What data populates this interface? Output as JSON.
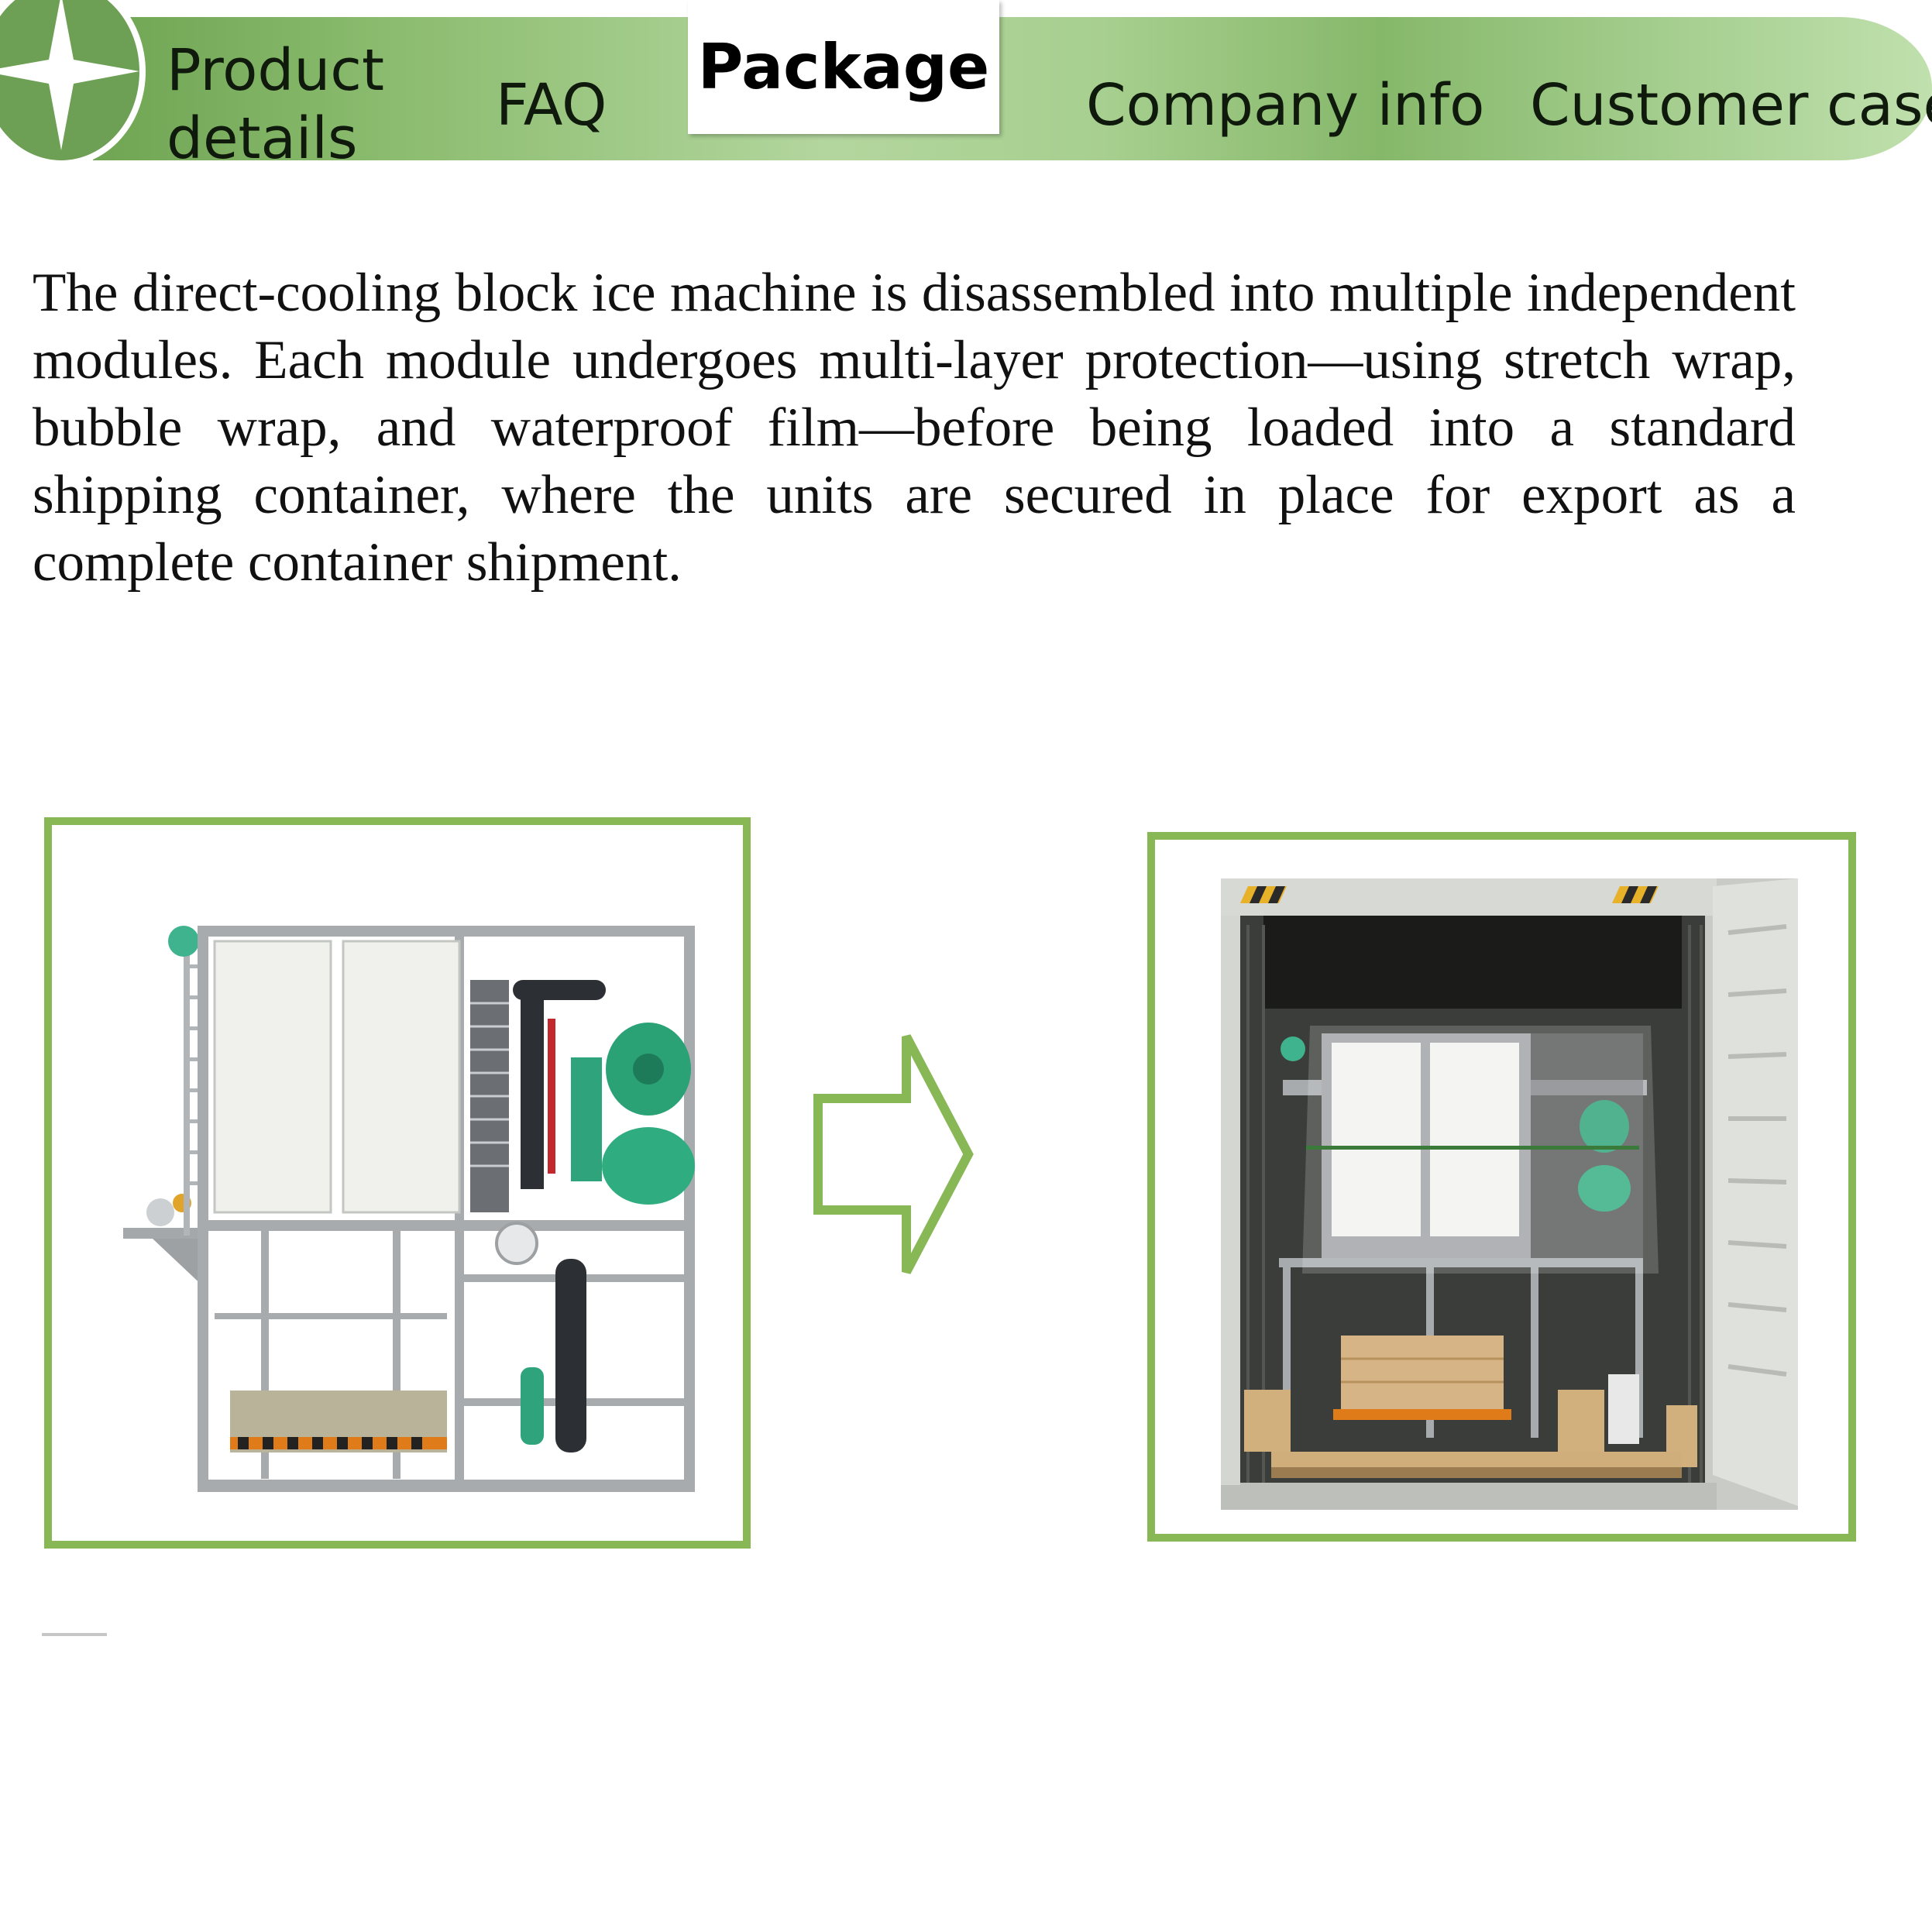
{
  "nav": {
    "logo_icon": "four-point-star-icon",
    "tabs": [
      {
        "label": "Product details",
        "active": false
      },
      {
        "label": "FAQ",
        "active": false
      },
      {
        "label": "Package",
        "active": true
      },
      {
        "label": "Company info",
        "active": false
      },
      {
        "label": "Customer case",
        "active": false
      }
    ]
  },
  "content": {
    "description": "The direct-cooling block ice machine is disassembled into multiple independent modules. Each module undergoes multi-layer protection—using stretch wrap, bubble wrap, and waterproof film—before being loaded into a standard shipping container, where the units are secured in place for export as a complete container shipment."
  },
  "images": {
    "left_icon": "block-ice-machine-photo",
    "arrow_icon": "right-arrow-icon",
    "right_icon": "loaded-shipping-container-photo"
  },
  "colors": {
    "brand_green": "#6d9f54",
    "frame_green": "#88b755",
    "active_tab_bg": "#ffffff"
  }
}
